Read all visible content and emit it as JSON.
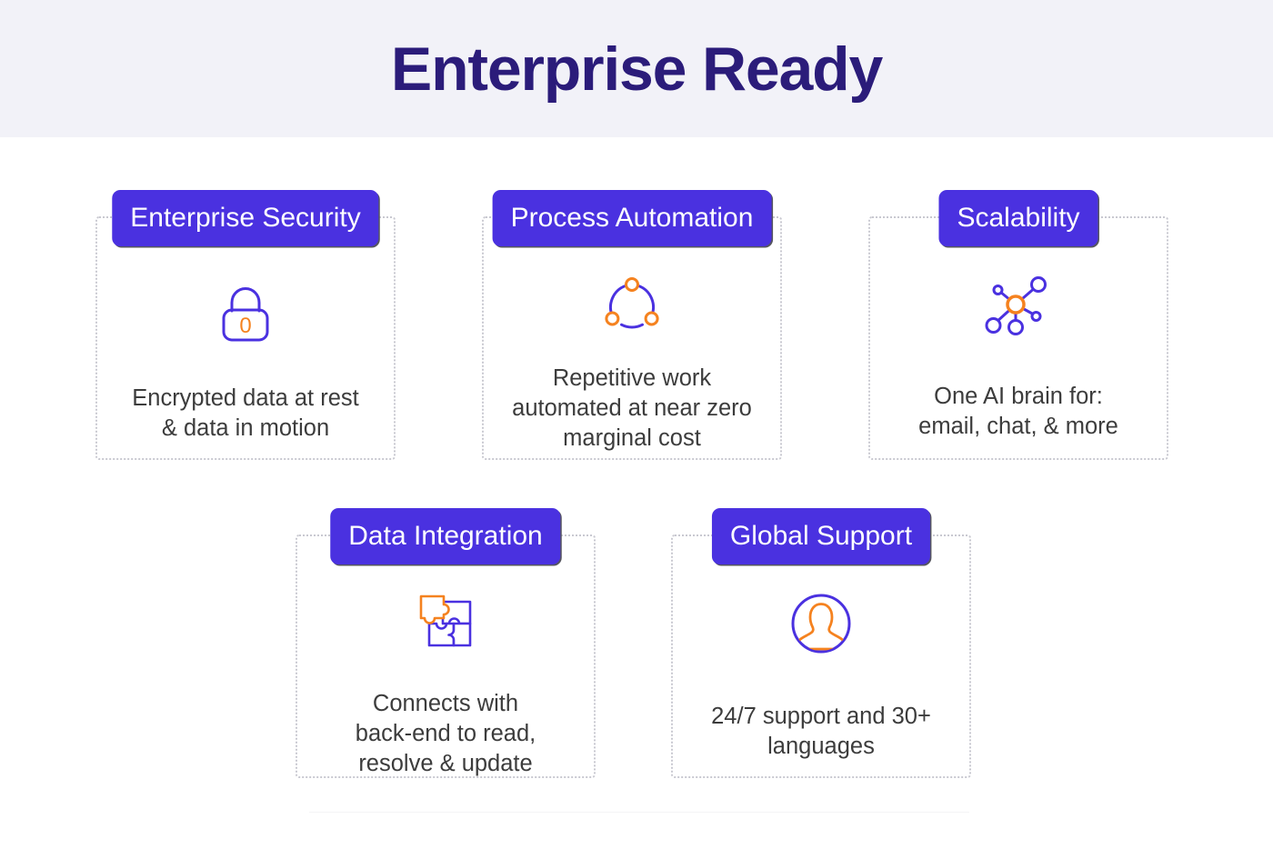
{
  "header": {
    "title": "Enterprise Ready",
    "title_color": "#2b1c7a",
    "band_color": "#f2f2f8"
  },
  "theme": {
    "badge_bg": "#4a31e0",
    "badge_text": "#ffffff",
    "icon_purple": "#4a31e0",
    "icon_orange": "#f5821f",
    "body_text": "#3c3c3c",
    "card_border": "#c9c9d1",
    "page_bg": "#ffffff"
  },
  "cards": [
    {
      "badge": "Enterprise Security",
      "icon": "lock-icon",
      "text": "Encrypted data at rest\n& data in motion"
    },
    {
      "badge": "Process Automation",
      "icon": "process-cycle-icon",
      "text": "Repetitive work\nautomated at near zero\nmarginal cost"
    },
    {
      "badge": "Scalability",
      "icon": "network-hub-icon",
      "text": "One AI brain for:\nemail, chat, & more"
    },
    {
      "badge": "Data Integration",
      "icon": "puzzle-pieces-icon",
      "text": "Connects with\nback-end to read,\nresolve & update"
    },
    {
      "badge": "Global Support",
      "icon": "user-avatar-icon",
      "text": "24/7 support and 30+\nlanguages"
    }
  ]
}
